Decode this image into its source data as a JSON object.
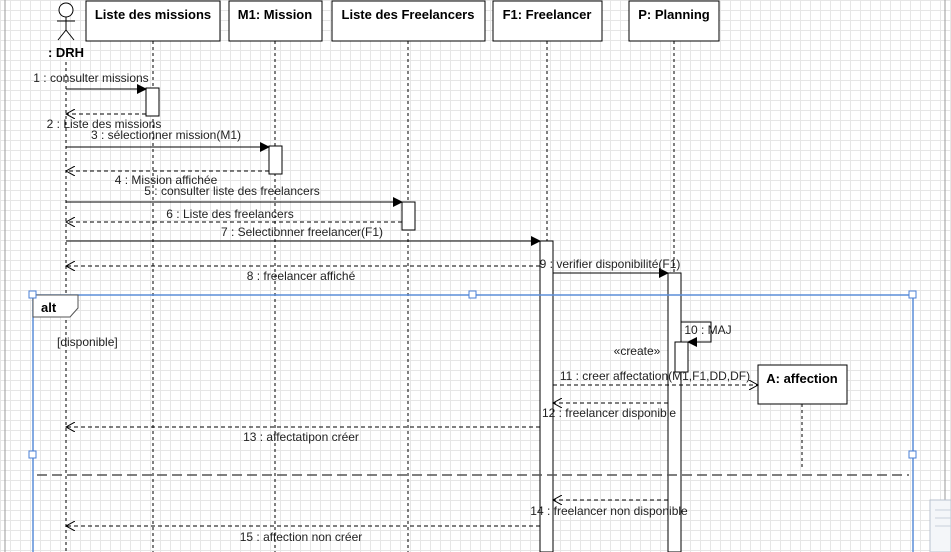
{
  "actor": {
    "label": ": DRH"
  },
  "lifelines": [
    {
      "id": "liste-missions",
      "label": "Liste des missions"
    },
    {
      "id": "m1-mission",
      "label": "M1: Mission"
    },
    {
      "id": "liste-freelancers",
      "label": "Liste des Freelancers"
    },
    {
      "id": "f1-freelancer",
      "label": "F1: Freelancer"
    },
    {
      "id": "p-planning",
      "label": "P: Planning"
    }
  ],
  "created_object": {
    "label": "A: affection",
    "stereotype": "«create»"
  },
  "messages": [
    {
      "label": "1 : consulter missions"
    },
    {
      "label": "2 : Liste des missions"
    },
    {
      "label": "3 : sélectionner mission(M1)"
    },
    {
      "label": "4 : Mission affichée"
    },
    {
      "label": "5 : consulter liste des freelancers"
    },
    {
      "label": "6 : Liste des freelancers"
    },
    {
      "label": "7 : Selectionner freelancer(F1)"
    },
    {
      "label": "8 : freelancer affiché"
    },
    {
      "label": "9 : verifier disponibilité(F1)"
    },
    {
      "label": "10 : MAJ"
    },
    {
      "label": "11 : creer affectation(M1,F1,DD,DF)"
    },
    {
      "label": "12 : freelancer disponible"
    },
    {
      "label": "13 : affectatipon créer"
    },
    {
      "label": "14 : freelancer non disponible"
    },
    {
      "label": "15 : affection non créer"
    }
  ],
  "alt_frame": {
    "operator": "alt",
    "guard": "[disponible]"
  }
}
